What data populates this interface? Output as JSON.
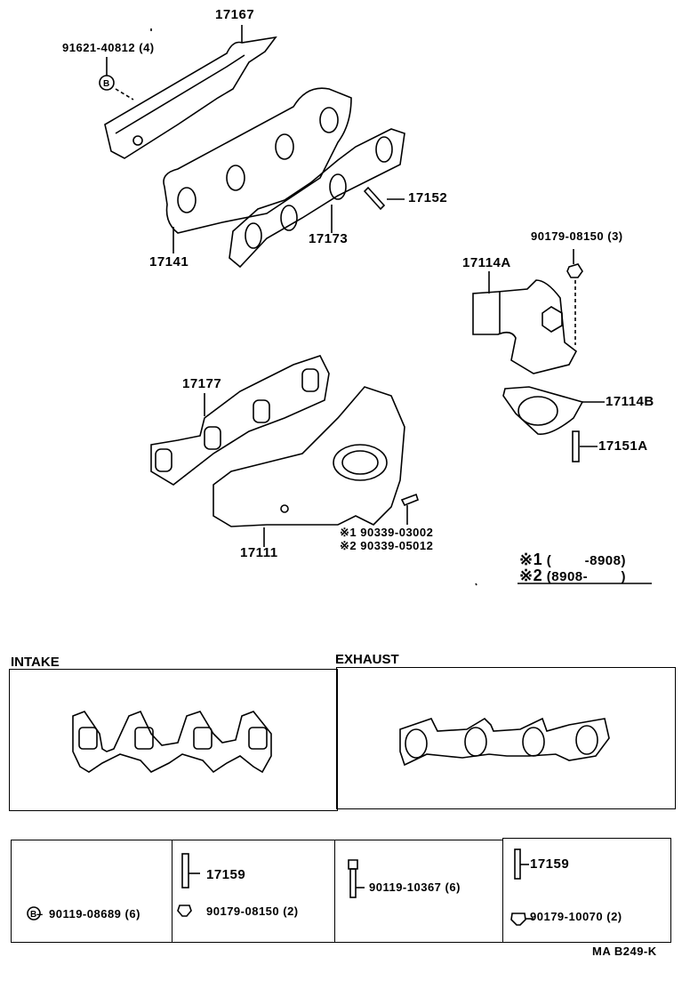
{
  "diagram": {
    "callouts": {
      "heat_insulator": "17167",
      "insulator_bolt": "91621-40812 (4)",
      "exhaust_manifold": "17141",
      "exhaust_gasket": "17173",
      "stud_upper": "17152",
      "outlet_bolt": "90179-08150 (3)",
      "outlet_elbow": "17114A",
      "outlet_gasket": "17114B",
      "outlet_stud": "17151A",
      "intake_gasket": "17177",
      "intake_manifold": "17111",
      "pin_1": "※1  90339-03002",
      "pin_2": "※2  90339-05012"
    },
    "date_notes": [
      {
        "mark": "※1",
        "range": "(        -8908)"
      },
      {
        "mark": "※2",
        "range": "(8908-        )"
      }
    ],
    "gasket_panels": {
      "intake_label": "INTAKE",
      "exhaust_label": "EXHAUST"
    },
    "fastener_table": {
      "cells": [
        {
          "items": [
            "90119-08689 (6)"
          ],
          "symbol": "B"
        },
        {
          "items": [
            "17159",
            "90179-08150 (2)"
          ]
        },
        {
          "items": [
            "90119-10367 (6)"
          ]
        },
        {
          "items": [
            "17159",
            "90179-10070 (2)"
          ]
        }
      ]
    },
    "figure_code": "MA B249-K"
  }
}
